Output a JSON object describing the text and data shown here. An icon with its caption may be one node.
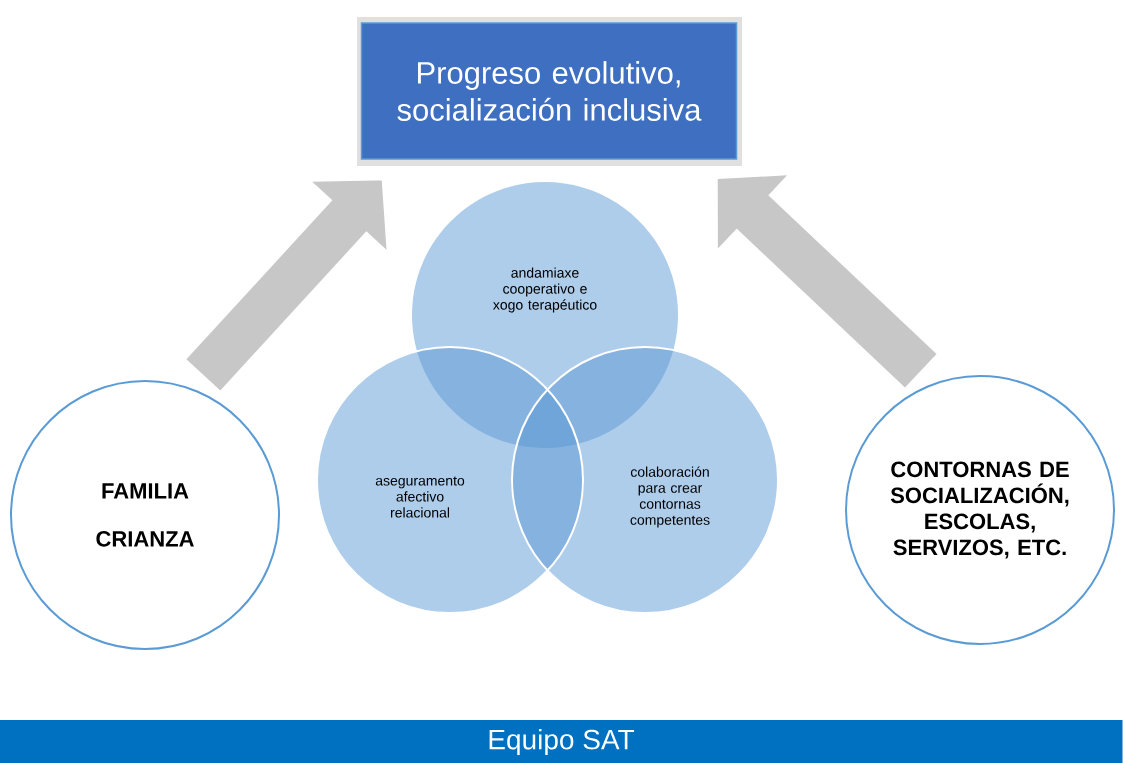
{
  "diagram": {
    "nodes": [
      {
        "text": [
          "Progreso evolutivo, socialización inclusiva"
        ]
      },
      {
        "text": [
          "andamiaxe cooperativo e xogo terapéutico"
        ]
      },
      {
        "text": [
          "aseguramento afectivo relacional"
        ]
      },
      {
        "text": [
          "colaboración para crear contornas competentes"
        ]
      },
      {
        "text": [
          "FAMILIA",
          "CRIANZA"
        ]
      },
      {
        "text": [
          "CONTORNAS DE SOCIALIZACIÓN, ESCOLAS, SERVIZOS, ETC."
        ]
      },
      {
        "text": [
          "Equipo SAT"
        ]
      }
    ],
    "edges": [
      {
        "from": 4,
        "to": 0,
        "arrow": "to"
      },
      {
        "from": 5,
        "to": 0,
        "arrow": "to"
      }
    ]
  }
}
